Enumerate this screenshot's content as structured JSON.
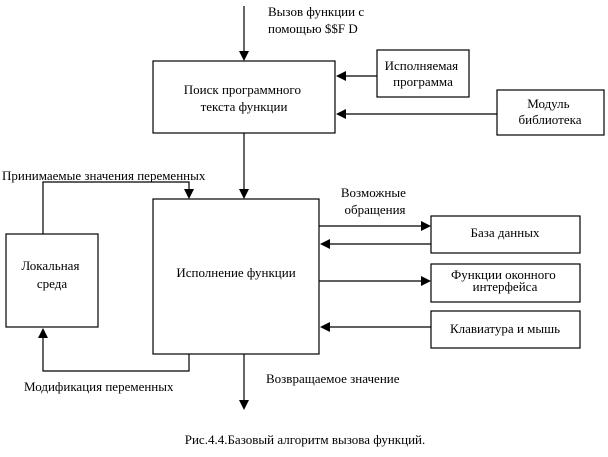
{
  "diagram": {
    "boxes": {
      "search": [
        "Поиск программного",
        "текста функции"
      ],
      "program": [
        "Исполняемая",
        "программа"
      ],
      "library": [
        "Модуль",
        "библиотека"
      ],
      "exec": [
        "Исполнение функции"
      ],
      "local": [
        "Локальная",
        "среда"
      ],
      "database": [
        "База данных"
      ],
      "windows": [
        "Функции оконного",
        "интерфейса"
      ],
      "keyboard": [
        "Клавиатура и мышь"
      ]
    },
    "labels": {
      "call": [
        "Вызов функции с",
        "помощью $$F D"
      ],
      "accepted": [
        "Принимаемые значения переменных"
      ],
      "possible": [
        "Возможные",
        "обращения"
      ],
      "modification": [
        "Модификация переменных"
      ],
      "returned": [
        "Возвращаемое значение"
      ]
    },
    "caption": "Рис.4.4.Базовый алгоритм вызова функций."
  }
}
